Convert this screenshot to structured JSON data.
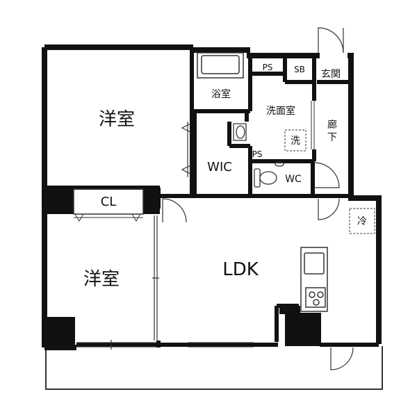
{
  "rooms": {
    "western_room_1": "洋室",
    "western_room_2": "洋室",
    "closet": "CL",
    "walk_in_closet": "WIC",
    "bathroom": "浴室",
    "washroom": "洗面室",
    "pipe_space_1": "PS",
    "pipe_space_2": "PS",
    "shoe_box": "SB",
    "entrance": "玄関",
    "hallway_line1": "廊",
    "hallway_line2": "下",
    "toilet": "WC",
    "ldk": "LDK"
  },
  "fixtures": {
    "washing_machine": "洗",
    "refrigerator": "冷"
  }
}
